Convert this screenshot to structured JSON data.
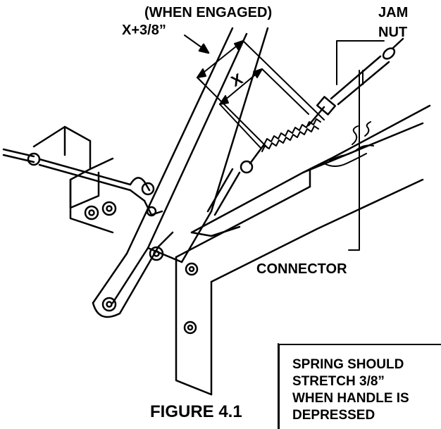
{
  "labels": {
    "engaged_line1": "(WHEN ENGAGED)",
    "engaged_line2": "X+3/8”",
    "jam_line1": "JAM",
    "jam_line2": "NUT",
    "x_dimension": "X",
    "connector": "CONNECTOR",
    "figure_title": "FIGURE 4.1"
  },
  "note": {
    "line1": "SPRING SHOULD",
    "line2": "STRETCH 3/8”",
    "line3": "WHEN HANDLE IS",
    "line4": "DEPRESSED"
  }
}
